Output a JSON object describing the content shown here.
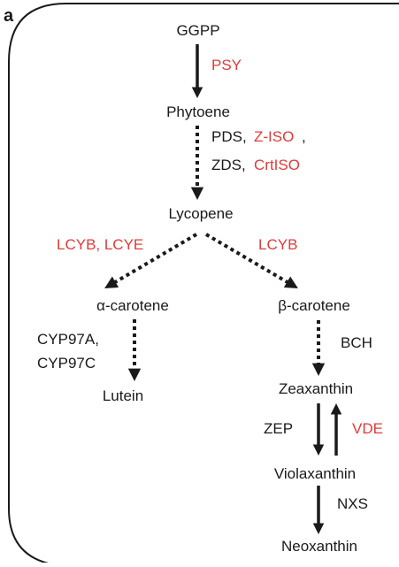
{
  "panel_label": "a",
  "colors": {
    "black": "#1a1a1a",
    "enzyme_red": "#e03a3a"
  },
  "metabolites": {
    "ggpp": "GGPP",
    "phytoene": "Phytoene",
    "lycopene": "Lycopene",
    "alpha_carotene": "α-carotene",
    "beta_carotene": "β-carotene",
    "lutein": "Lutein",
    "zeaxanthin": "Zeaxanthin",
    "violaxanthin": "Violaxanthin",
    "neoxanthin": "Neoxanthin"
  },
  "enzymes": {
    "psy": "PSY",
    "pds": "PDS,",
    "z_iso": "Z-ISO",
    "comma": ",",
    "zds": "ZDS,",
    "crtiso": "CrtISO",
    "lcyb_lcye": "LCYB, LCYE",
    "lcyb": "LCYB",
    "cyp97a": "CYP97A,",
    "cyp97c": "CYP97C",
    "bch": "BCH",
    "zep": "ZEP",
    "vde": "VDE",
    "nxs": "NXS"
  }
}
